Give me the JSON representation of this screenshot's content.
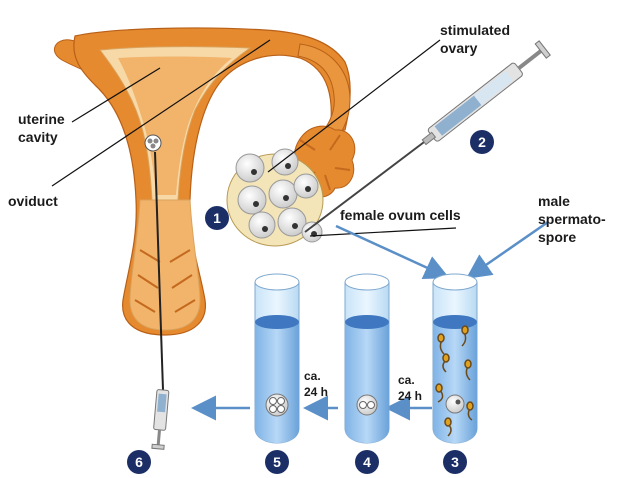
{
  "labels": {
    "uterine_cavity": [
      "uterine",
      "cavity"
    ],
    "oviduct": "oviduct",
    "stimulated_ovary": [
      "stimulated",
      "ovary"
    ],
    "female_ovum_cells": "female ovum cells",
    "male_spermatospore": [
      "male",
      "spermato-",
      "spore"
    ],
    "time_a": [
      "ca.",
      "24 h"
    ],
    "time_b": [
      "ca.",
      "24 h"
    ]
  },
  "steps": [
    "1",
    "2",
    "3",
    "4",
    "5",
    "6"
  ],
  "colors": {
    "uterus_orange": "#e58a2e",
    "uterus_light": "#f7d9a8",
    "tube_fluid": "#9ec9ef",
    "tube_dark_fluid": "#4a82c8",
    "arrow_blue": "#5a8fc8",
    "step_circle": "#1b2f66"
  }
}
